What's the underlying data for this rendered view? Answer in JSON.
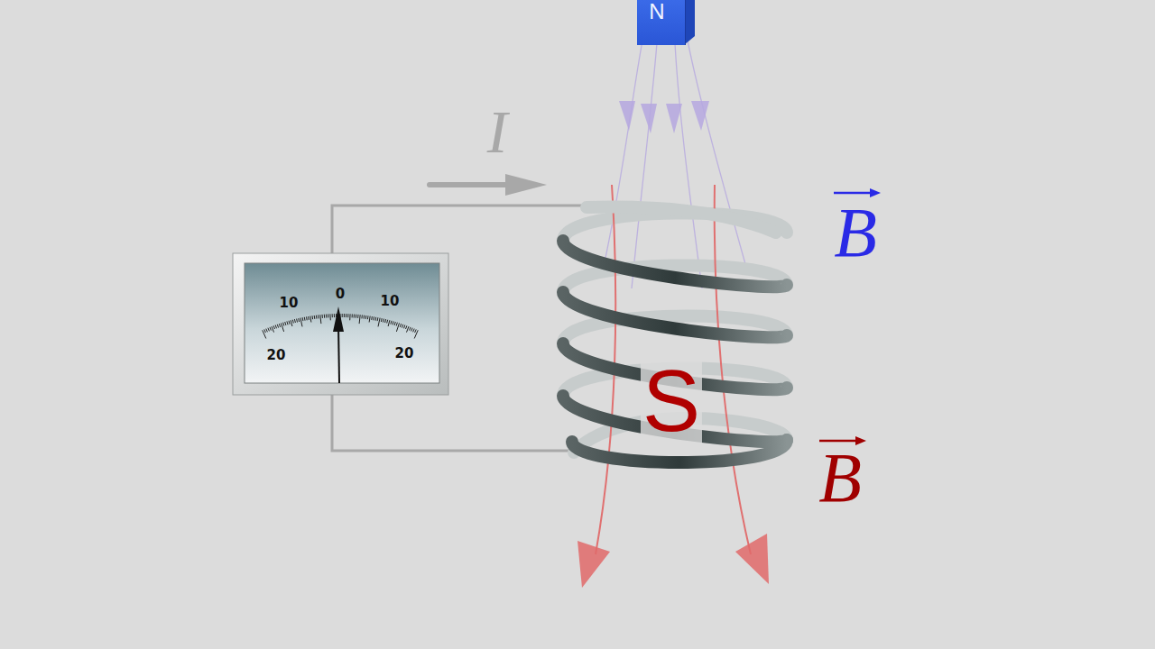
{
  "diagram": {
    "nodes": [
      {
        "text": [
          "N"
        ]
      },
      {
        "text": [
          "10",
          "0",
          "10",
          "20",
          "20"
        ]
      }
    ],
    "labels": [
      "I",
      "B",
      "S",
      "B"
    ]
  }
}
